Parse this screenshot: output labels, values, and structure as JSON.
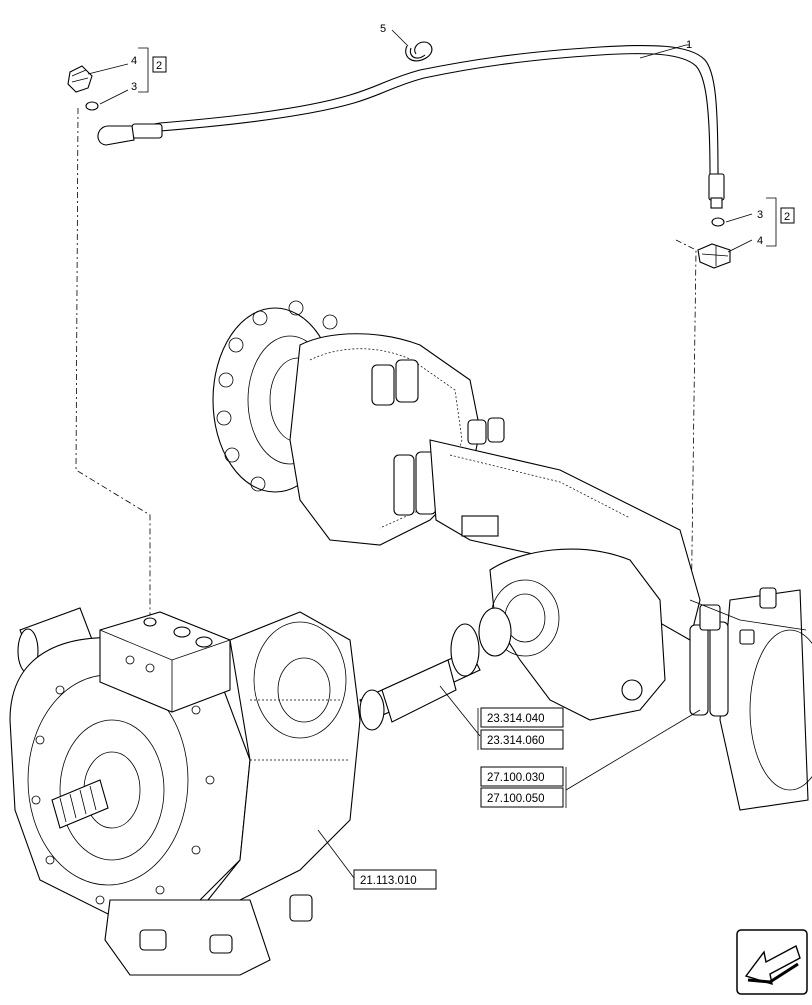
{
  "callouts": {
    "item_1": "1",
    "item_5": "5",
    "left_top": "4",
    "left_bottom": "3",
    "left_group": "2",
    "right_top": "3",
    "right_bottom": "4",
    "right_group": "2"
  },
  "references": {
    "axle_drive_a": "23.314.040",
    "axle_drive_b": "23.314.060",
    "front_axle_a": "27.100.030",
    "front_axle_b": "27.100.050",
    "transmission": "21.113.010"
  },
  "nav": {
    "icon": "previous-page-arrow-icon"
  }
}
